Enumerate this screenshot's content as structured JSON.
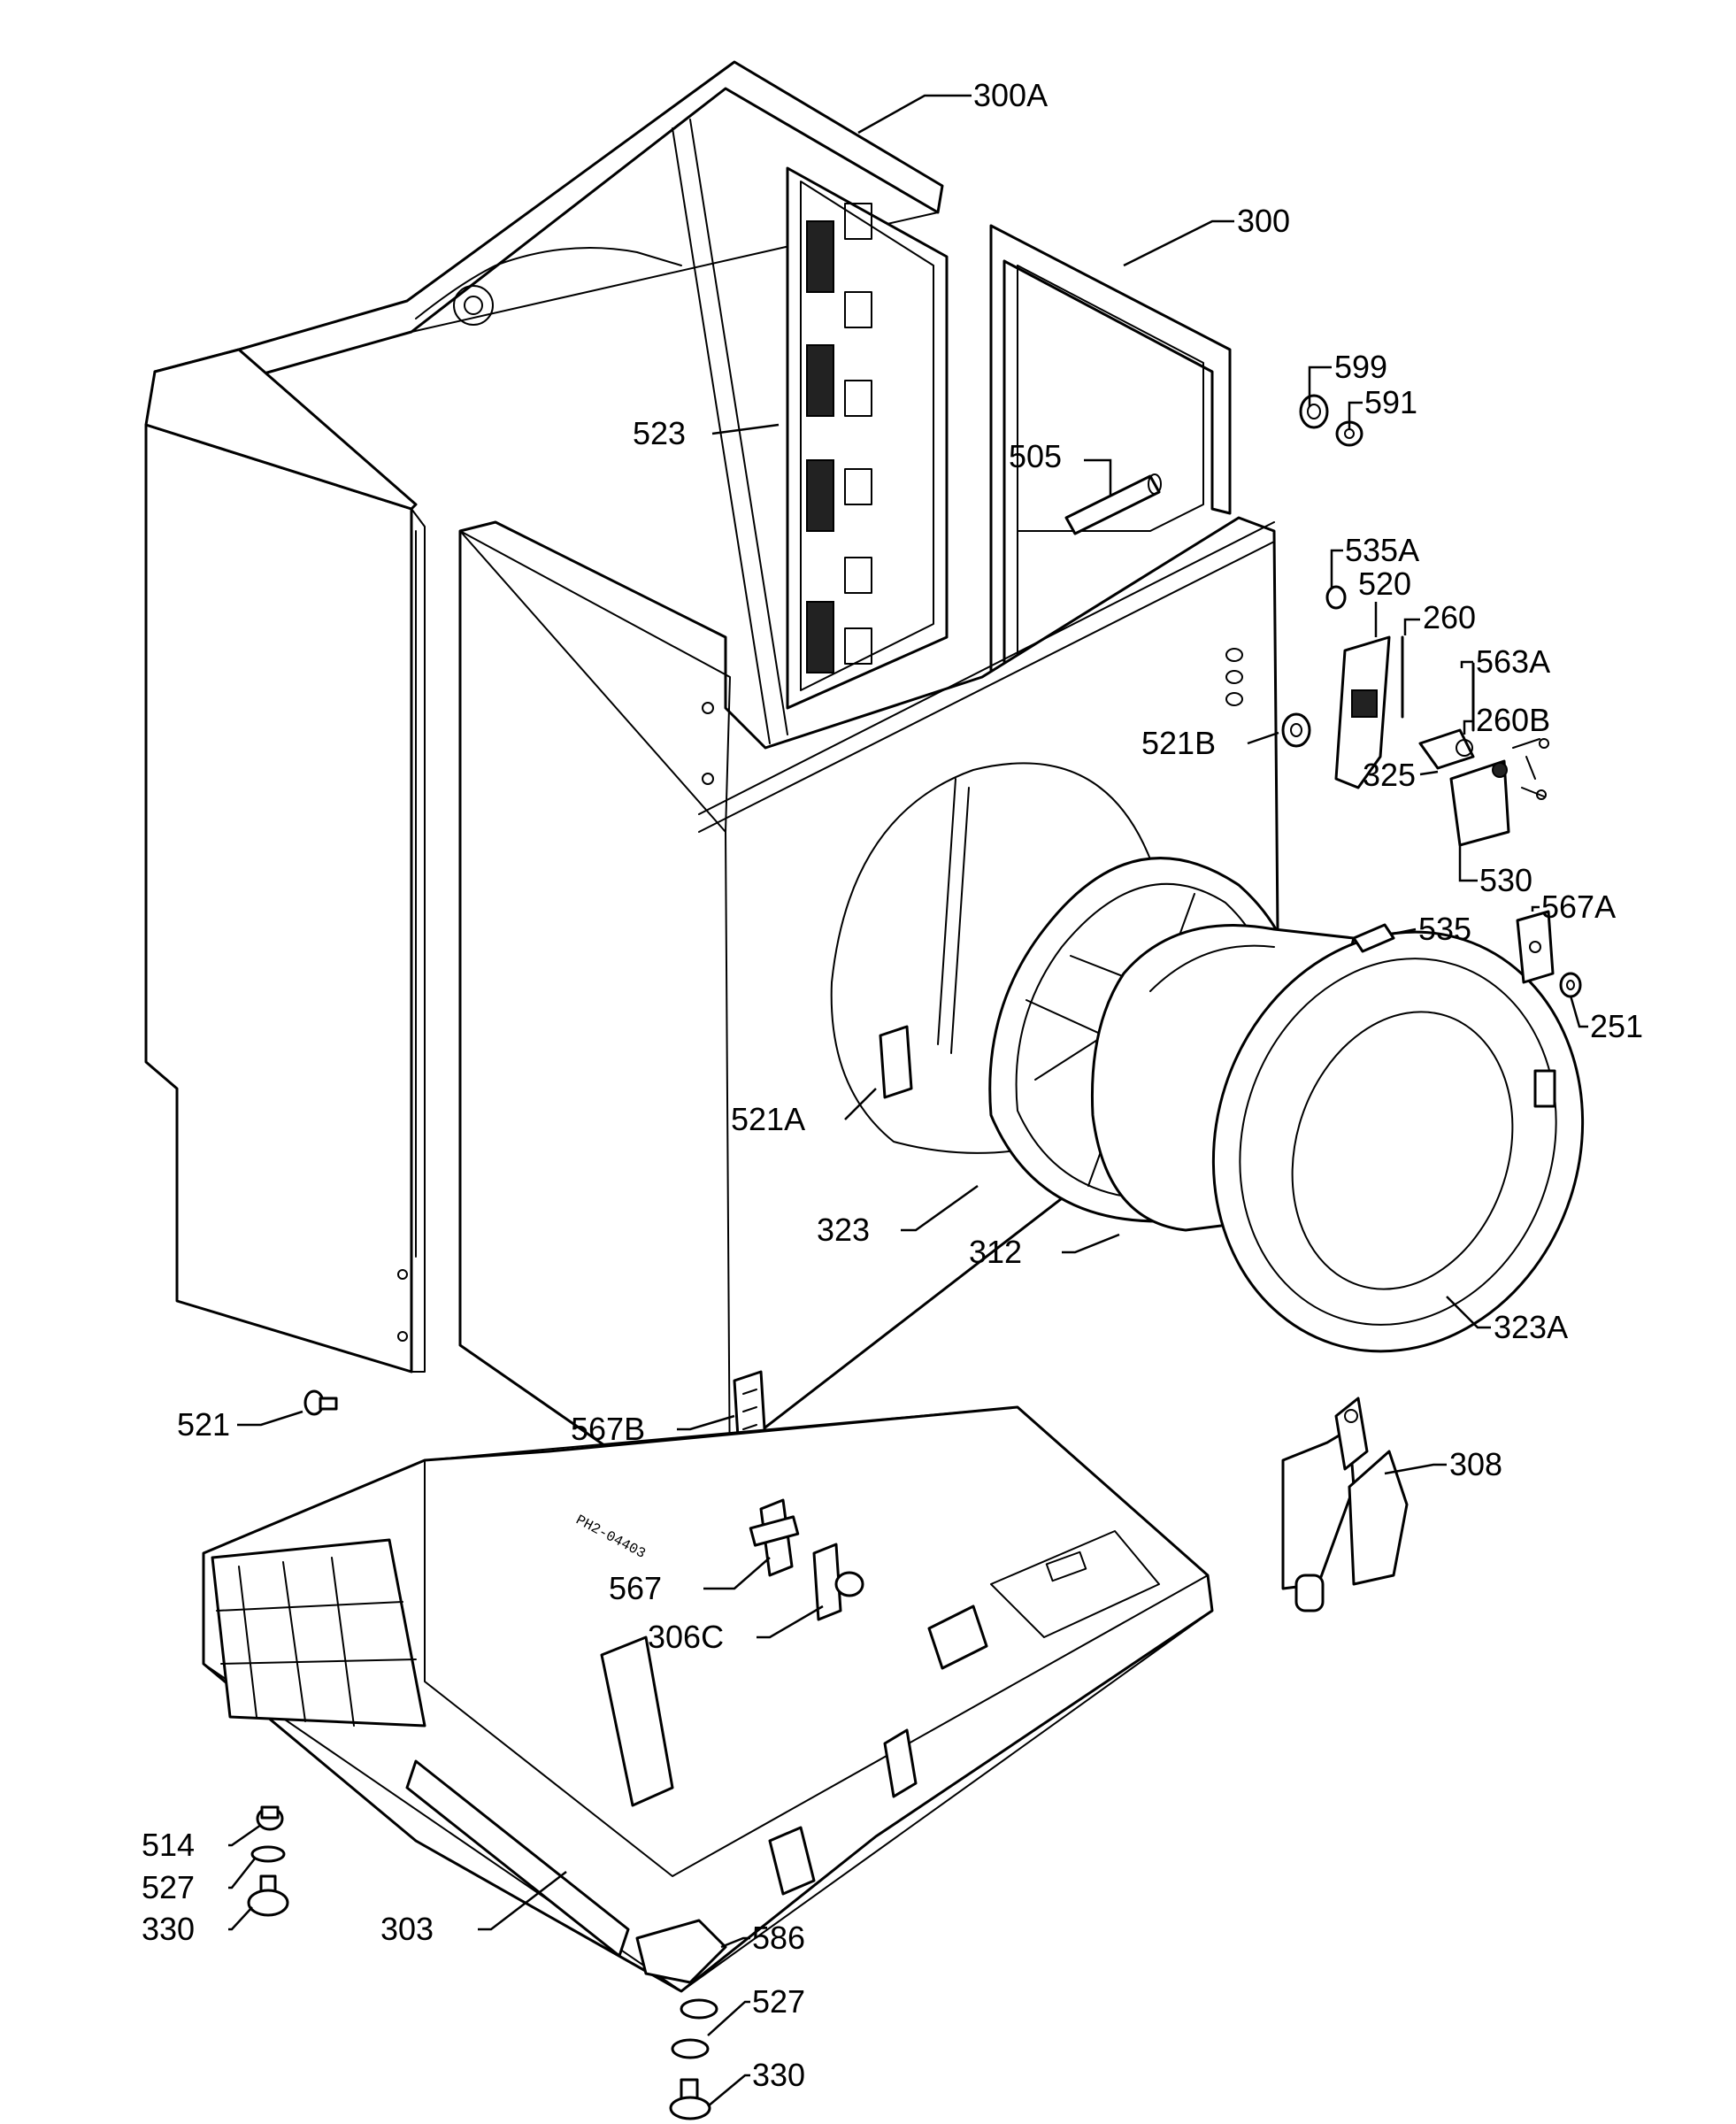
{
  "diagram": {
    "drawing_code": "PH2-04403",
    "callouts": {
      "c300a": "300A",
      "c300": "300",
      "c599": "599",
      "c591": "591",
      "c523": "523",
      "c505": "505",
      "c535a": "535A",
      "c520": "520",
      "c260": "260",
      "c563a": "563A",
      "c521b": "521B",
      "c260b": "260B",
      "c325": "325",
      "c530": "530",
      "c535": "535",
      "c567a": "567A",
      "c251": "251",
      "c521a": "521A",
      "c323": "323",
      "c312": "312",
      "c323a": "323A",
      "c521": "521",
      "c567b": "567B",
      "c308": "308",
      "c567": "567",
      "c306c": "306C",
      "c514": "514",
      "c527_left": "527",
      "c330_left": "330",
      "c303": "303",
      "c586": "586",
      "c527_foot": "527",
      "c330_foot": "330"
    }
  }
}
